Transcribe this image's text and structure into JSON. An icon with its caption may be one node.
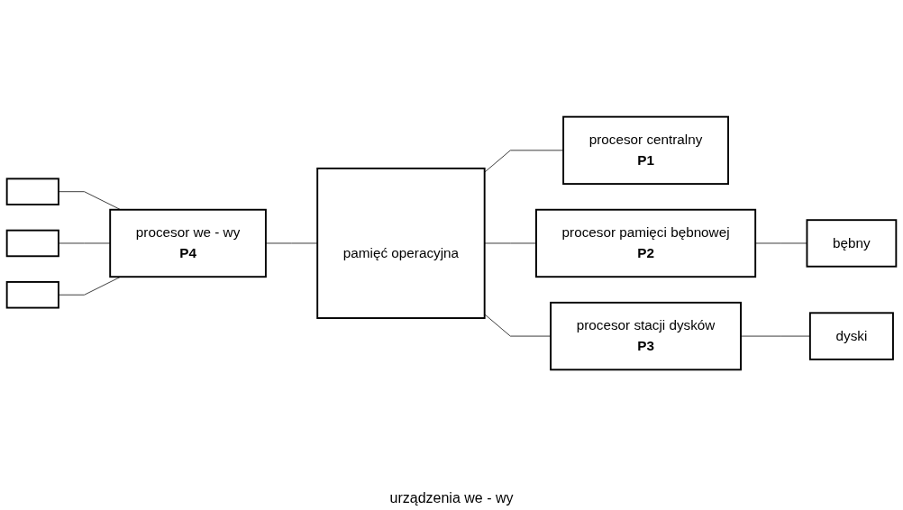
{
  "diagram": {
    "nodes": [
      {
        "text": [],
        "shape": "box"
      },
      {
        "text": [],
        "shape": "box"
      },
      {
        "text": [],
        "shape": "box"
      },
      {
        "text": [
          "procesor we - wy",
          "P4"
        ]
      },
      {
        "text": [
          "pamięć operacyjna"
        ]
      },
      {
        "text": [
          "procesor centralny",
          "P1"
        ]
      },
      {
        "text": [
          "procesor pamięci bębnowej",
          "P2"
        ]
      },
      {
        "text": [
          "bębny"
        ]
      },
      {
        "text": [
          "procesor stacji dysków",
          "P3"
        ]
      },
      {
        "text": [
          "dyski"
        ]
      }
    ],
    "edges": [
      {
        "from": 0,
        "to": 3,
        "arrow": "none"
      },
      {
        "from": 1,
        "to": 3,
        "arrow": "none"
      },
      {
        "from": 2,
        "to": 3,
        "arrow": "none"
      },
      {
        "from": 3,
        "to": 4,
        "arrow": "none"
      },
      {
        "from": 4,
        "to": 5,
        "arrow": "none"
      },
      {
        "from": 4,
        "to": 6,
        "arrow": "none"
      },
      {
        "from": 6,
        "to": 7,
        "arrow": "none"
      },
      {
        "from": 4,
        "to": 8,
        "arrow": "none"
      },
      {
        "from": 8,
        "to": 9,
        "arrow": "none"
      }
    ],
    "labels": [
      "urządzenia we - wy"
    ]
  }
}
